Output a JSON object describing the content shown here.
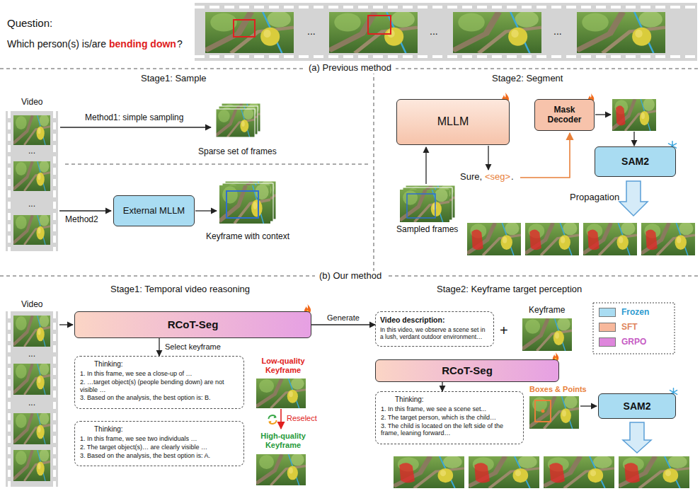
{
  "diagram": {
    "nodes": [
      {
        "text": [
          "External MLLM"
        ]
      },
      {
        "text": [
          "MLLM"
        ]
      },
      {
        "text": [
          "Mask Decoder"
        ]
      },
      {
        "text": [
          "SAM2"
        ]
      },
      {
        "text": [
          "RCoT-Seg"
        ]
      },
      {
        "text": [
          "Thinking:",
          "1. In this frame, we see a close-up of …",
          "2. …target object(s) (people bending down) are not visible …",
          "3. Based on the analysis, the best option is: B."
        ]
      },
      {
        "text": [
          "Thinking:",
          "1. In this frame, we see two individuals …",
          "2. The target object(s)… are clearly visible …",
          "3. Based on the analysis, the best option is: A."
        ]
      },
      {
        "text": [
          "Video description:",
          "In this video, we observe a scene set in a lush, verdant outdoor environment…"
        ]
      },
      {
        "text": [
          "RCoT-Seg"
        ]
      },
      {
        "text": [
          "Thinking:",
          "1. In this frame, we see a scene set...",
          "2. The target person, which is the child…",
          "3. The child is located on the left side of the frame, leaning forward…"
        ]
      },
      {
        "text": [
          "SAM2"
        ]
      }
    ],
    "edges": [
      {
        "from": 4,
        "to": 5,
        "arrow": "to",
        "label": "Select keyframe"
      },
      {
        "from": 4,
        "to": 7,
        "arrow": "to",
        "label": "Generate"
      },
      {
        "from": 8,
        "to": 9,
        "arrow": "to"
      }
    ],
    "labels": [
      "Question:",
      "Which person(s) is/are",
      "bending down",
      "?",
      "...",
      "...",
      "...",
      "(a) Previous method",
      "Stage1: Sample",
      "Stage2: Segment",
      "Video",
      "...",
      "...",
      "Method1: simple sampling",
      "Sparse set of frames",
      "Method2",
      "Keyframe with context",
      "Sampled frames",
      "Sure,",
      "<seg>",
      ".",
      "Propagation",
      "(b) Our method",
      "Stage1: Temporal video reasoning",
      "Stage2: Keyframe target perception",
      "Video",
      "...",
      "...",
      "Low-quality Keyframe",
      "Reselect",
      "High-quality Keyframe",
      "+",
      "Keyframe",
      "Boxes & Points"
    ],
    "legend": [
      {
        "text": "Frozen",
        "color": "#a9dcf2"
      },
      {
        "text": "SFT",
        "color": "#f7b89c"
      },
      {
        "text": "GRPO",
        "color": "#de86dc"
      }
    ]
  }
}
